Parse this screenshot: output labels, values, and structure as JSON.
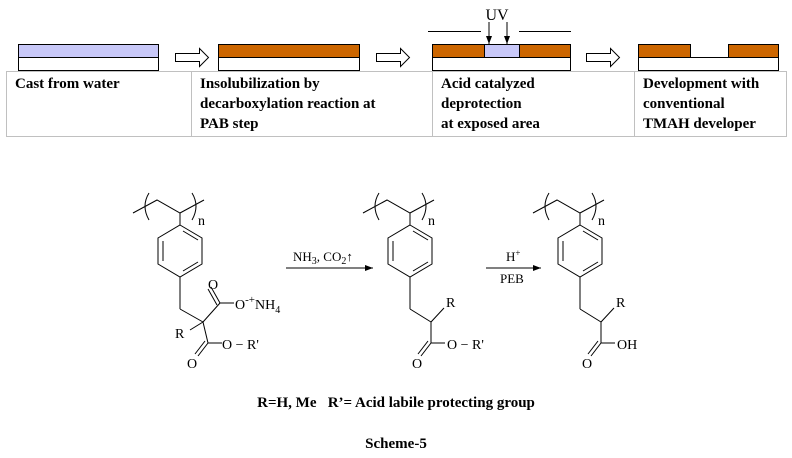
{
  "colors": {
    "resist_unexposed": "#c8c8f8",
    "resist_crosslinked": "#cc6600",
    "border": "#000000",
    "table_border": "#c0c0c0"
  },
  "process": {
    "uv_label": "UV",
    "steps": [
      {
        "label_lines": [
          "Cast from water"
        ]
      },
      {
        "label_lines": [
          "Insolubilization by",
          "decarboxylation reaction at",
          "PAB step"
        ]
      },
      {
        "label_lines": [
          "Acid catalyzed",
          "deprotection",
          "at exposed area"
        ]
      },
      {
        "label_lines": [
          "Development with",
          "conventional",
          "TMAH developer"
        ]
      }
    ]
  },
  "scheme": {
    "polymer_n": "n",
    "m1": {
      "carbonyl_o": "O",
      "anion": "O",
      "charge": "-+",
      "cation": "NH",
      "cation_sub": "4",
      "r": "R",
      "ester_o": "O",
      "ester_dash": "O − R'",
      "ester_carbonyl_o": "O"
    },
    "reagent1": {
      "text": "NH",
      "sub1": "3",
      "mid": ", CO",
      "sub2": "2",
      "gas": "↑"
    },
    "m2": {
      "r": "R",
      "ester": "O − R'",
      "carbonyl_o": "O"
    },
    "reagent2": {
      "above": "H",
      "above_sup": "+",
      "below": "PEB"
    },
    "m3": {
      "r": "R",
      "acid": "OH",
      "carbonyl_o": "O"
    }
  },
  "legend": "R=H, Me   R’= Acid labile protecting group",
  "caption": "Scheme-5"
}
